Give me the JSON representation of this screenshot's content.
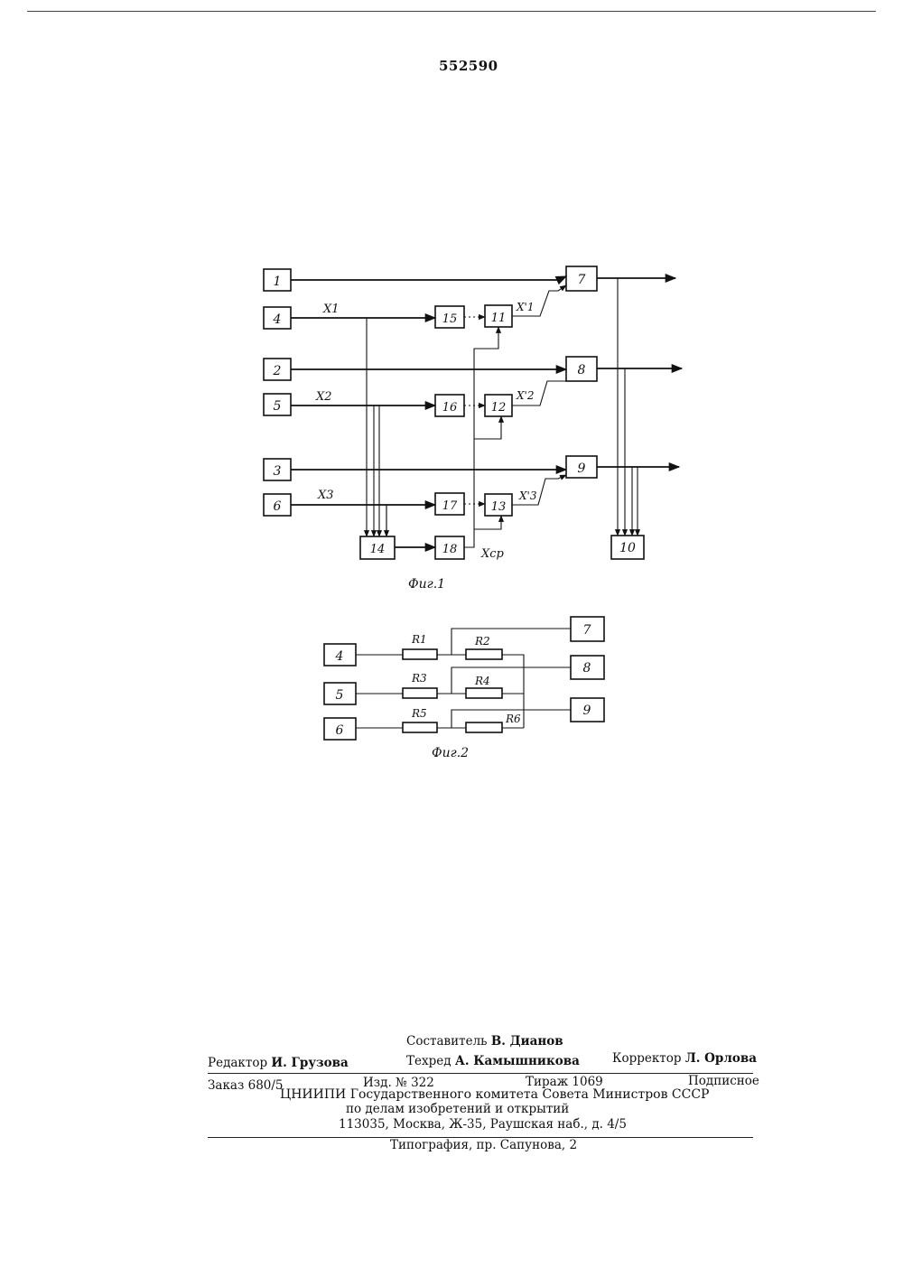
{
  "patent_number": "552590",
  "figure1": {
    "caption": "Фиг.1",
    "blocks": [
      "1",
      "2",
      "3",
      "4",
      "5",
      "6",
      "7",
      "8",
      "9",
      "10",
      "11",
      "12",
      "13",
      "14",
      "15",
      "16",
      "17",
      "18"
    ],
    "signals": {
      "x1": "X1",
      "x2": "X2",
      "x3": "X3",
      "x1p": "X'1",
      "x2p": "X'2",
      "x3p": "X'3",
      "xcp": "Xср"
    }
  },
  "figure2": {
    "caption": "Фиг.2",
    "blocks": [
      "4",
      "5",
      "6",
      "7",
      "8",
      "9"
    ],
    "resistors": [
      "R1",
      "R2",
      "R3",
      "R4",
      "R5",
      "R6"
    ]
  },
  "footer": {
    "compiler_label": "Составитель",
    "compiler_name": "В. Дианов",
    "editor_label": "Редактор",
    "editor_name": "И. Грузова",
    "techred_label": "Техред",
    "techred_name": "А. Камышникова",
    "corrector_label": "Корректор",
    "corrector_name": "Л. Орлова",
    "order": "Заказ 680/5",
    "edition": "Изд. № 322",
    "circulation": "Тираж 1069",
    "subscription": "Подписное",
    "org_line1": "ЦНИИПИ Государственного комитета Совета Министров СССР",
    "org_line2": "по делам изобретений и открытий",
    "address": "113035, Москва, Ж-35, Раушская наб., д. 4/5",
    "printing": "Типография, пр. Сапунова, 2"
  }
}
